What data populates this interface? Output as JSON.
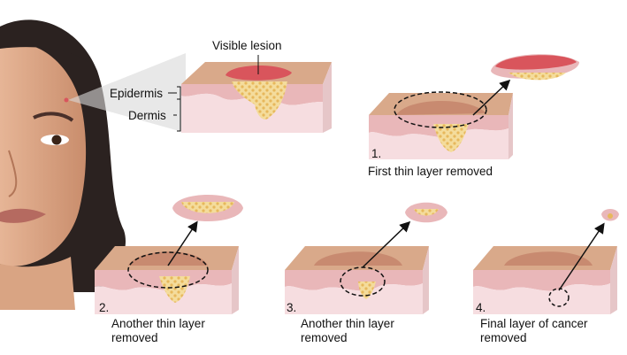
{
  "labels": {
    "visible_lesion": "Visible lesion",
    "epidermis": "Epidermis",
    "dermis": "Dermis"
  },
  "steps": [
    {
      "number": "1.",
      "caption_line1": "First thin layer removed",
      "caption_line2": ""
    },
    {
      "number": "2.",
      "caption_line1": "Another thin layer",
      "caption_line2": "removed"
    },
    {
      "number": "3.",
      "caption_line1": "Another thin layer",
      "caption_line2": "removed"
    },
    {
      "number": "4.",
      "caption_line1": "Final layer of cancer",
      "caption_line2": "removed"
    }
  ],
  "colors": {
    "skin_surface": "#d9a98a",
    "epidermis": "#e9b7b9",
    "dermis": "#f6dde0",
    "lesion_red": "#d9555c",
    "tumor_yellow": "#f2d08a",
    "hair": "#2b2220"
  }
}
